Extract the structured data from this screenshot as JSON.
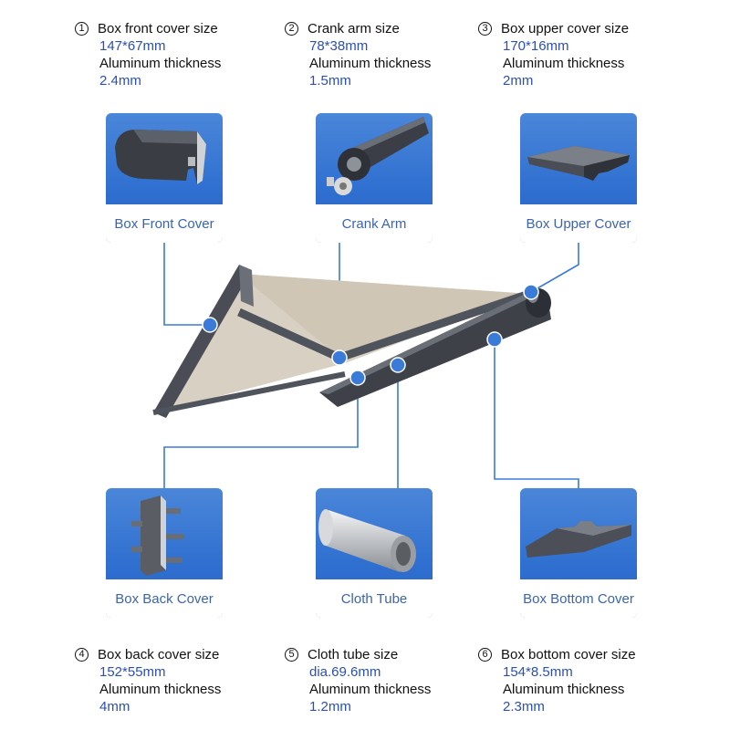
{
  "specs": [
    {
      "num": "1",
      "title": "Box front cover size",
      "dim": "147*67mm",
      "thickness_label": "Aluminum thickness",
      "thickness": "2.4mm"
    },
    {
      "num": "2",
      "title": "Crank arm size",
      "dim": "78*38mm",
      "thickness_label": "Aluminum thickness",
      "thickness": "1.5mm"
    },
    {
      "num": "3",
      "title": "Box upper cover size",
      "dim": "170*16mm",
      "thickness_label": "Aluminum thickness",
      "thickness": "2mm"
    },
    {
      "num": "4",
      "title": "Box back cover size",
      "dim": "152*55mm",
      "thickness_label": "Aluminum thickness",
      "thickness": "4mm"
    },
    {
      "num": "5",
      "title": "Cloth tube size",
      "dim": "dia.69.6mm",
      "thickness_label": "Aluminum thickness",
      "thickness": "1.2mm"
    },
    {
      "num": "6",
      "title": "Box bottom cover size",
      "dim": "154*8.5mm",
      "thickness_label": "Aluminum thickness",
      "thickness": "2.3mm"
    }
  ],
  "cards": [
    {
      "label": "Box Front Cover",
      "icon": "front-cover-profile-icon"
    },
    {
      "label": "Crank Arm",
      "icon": "crank-arm-icon"
    },
    {
      "label": "Box Upper Cover",
      "icon": "upper-cover-profile-icon"
    },
    {
      "label": "Box Back Cover",
      "icon": "back-cover-profile-icon"
    },
    {
      "label": "Cloth Tube",
      "icon": "cloth-tube-icon"
    },
    {
      "label": "Box Bottom Cover",
      "icon": "bottom-cover-profile-icon"
    }
  ],
  "colors": {
    "accent_blue": "#2f6fd0",
    "connector_blue": "#3a7ad8",
    "dim_text": "#2a4fb5",
    "fabric": "#d8d0c2",
    "frame": "#4a4d55"
  }
}
